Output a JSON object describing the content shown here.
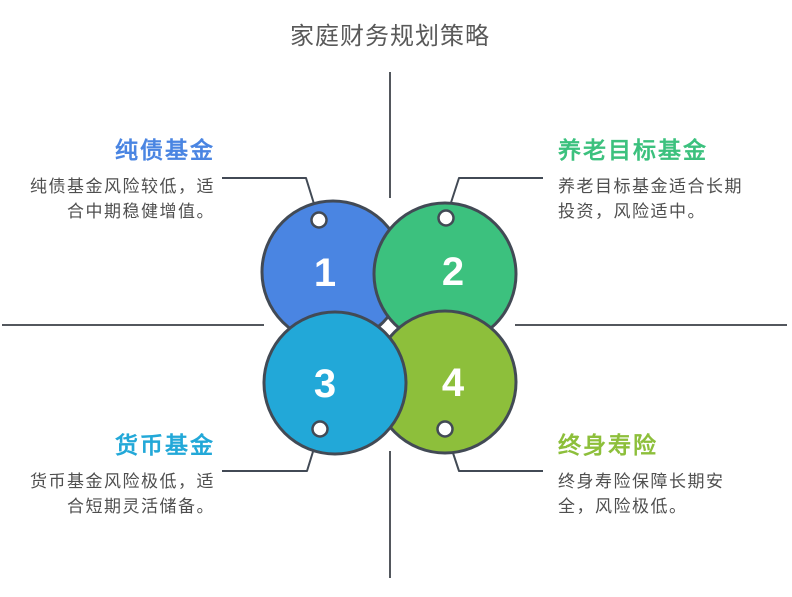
{
  "title": "家庭财务规划策略",
  "colors": {
    "circle_stroke": "#424A55",
    "axis_line": "#53575D",
    "connector_line": "#424A55",
    "title_text": "#595959",
    "body_text": "#4F4F4F",
    "number_text": "#FFFFFF"
  },
  "items": [
    {
      "number": "1",
      "name": "纯债基金",
      "color": "#4A85E2",
      "desc_lines": [
        "纯债基金风险较低，适",
        "合中期稳健增值。"
      ]
    },
    {
      "number": "2",
      "name": "养老目标基金",
      "color": "#3CC17E",
      "desc_lines": [
        "养老目标基金适合长期",
        "投资，风险适中。"
      ]
    },
    {
      "number": "3",
      "name": "货币基金",
      "color": "#22A8D8",
      "desc_lines": [
        "货币基金风险极低，适",
        "合短期灵活储备。"
      ]
    },
    {
      "number": "4",
      "name": "终身寿险",
      "color": "#8DBF3B",
      "desc_lines": [
        "终身寿险保障长期安",
        "全，风险极低。"
      ]
    }
  ]
}
